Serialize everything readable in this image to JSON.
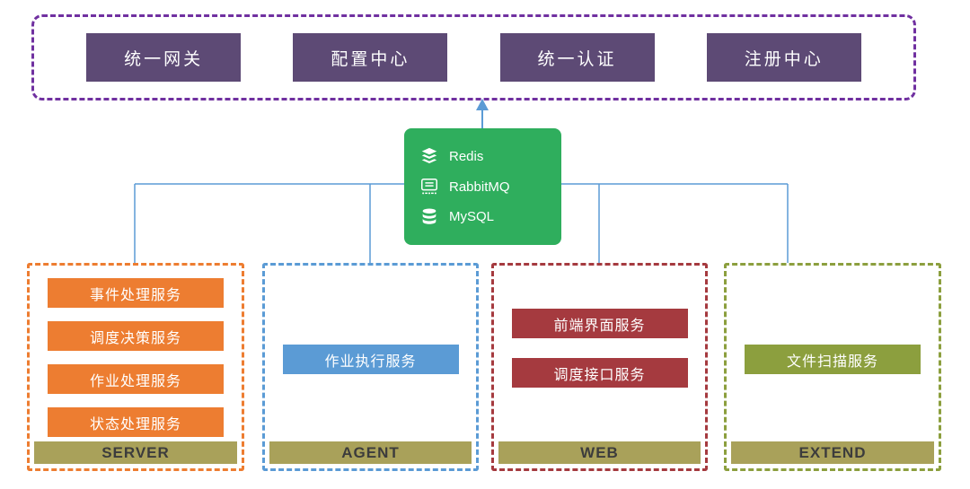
{
  "platform": {
    "items": [
      "统一网关",
      "配置中心",
      "统一认证",
      "注册中心"
    ]
  },
  "middleware": {
    "items": [
      "Redis",
      "RabbitMQ",
      "MySQL"
    ]
  },
  "groups": {
    "server": {
      "label": "SERVER",
      "services": [
        "事件处理服务",
        "调度决策服务",
        "作业处理服务",
        "状态处理服务"
      ]
    },
    "agent": {
      "label": "AGENT",
      "services": [
        "作业执行服务"
      ]
    },
    "web": {
      "label": "WEB",
      "services": [
        "前端界面服务",
        "调度接口服务"
      ]
    },
    "extend": {
      "label": "EXTEND",
      "services": [
        "文件扫描服务"
      ]
    }
  },
  "colors": {
    "platform_border": "#7030A0",
    "platform_box": "#5D4A75",
    "middleware_box": "#2FAE5D",
    "server_accent": "#ED7D31",
    "agent_accent": "#5B9BD5",
    "web_accent": "#A53A3F",
    "extend_accent": "#8C9F3E",
    "group_label_bar": "#A9A15A",
    "connector": "#5B9BD5"
  }
}
